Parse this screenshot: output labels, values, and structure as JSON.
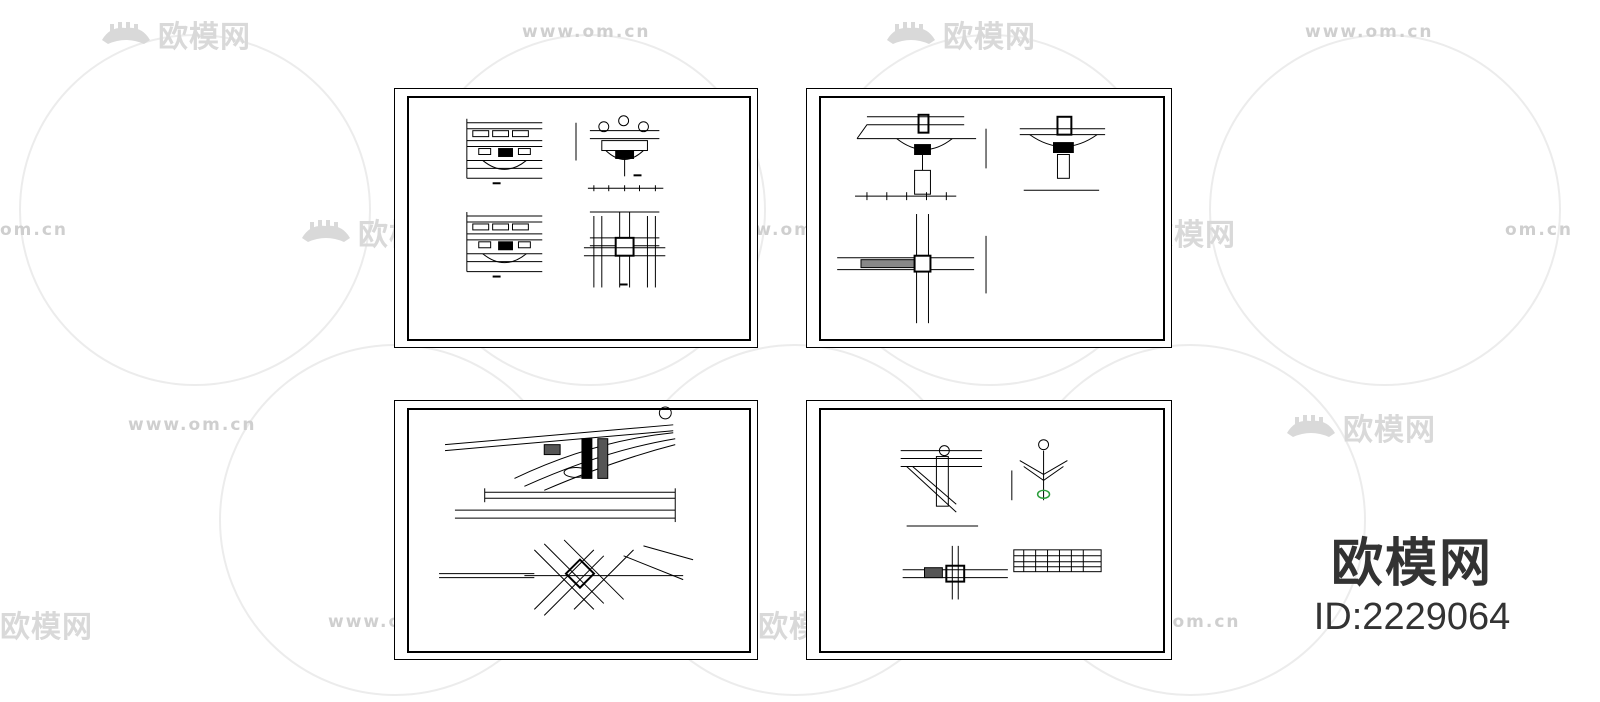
{
  "watermark": {
    "logo_text": "欧模网",
    "url_text": "www.om.cn",
    "url_partial": "om.cn",
    "color": "#d9d9d9"
  },
  "brand": {
    "name": "欧模网",
    "id_label": "ID:2229064",
    "color": "#333333"
  },
  "drawings": [
    {
      "name": "sheet-top-left"
    },
    {
      "name": "sheet-top-right"
    },
    {
      "name": "sheet-bottom-left"
    },
    {
      "name": "sheet-bottom-right"
    }
  ]
}
